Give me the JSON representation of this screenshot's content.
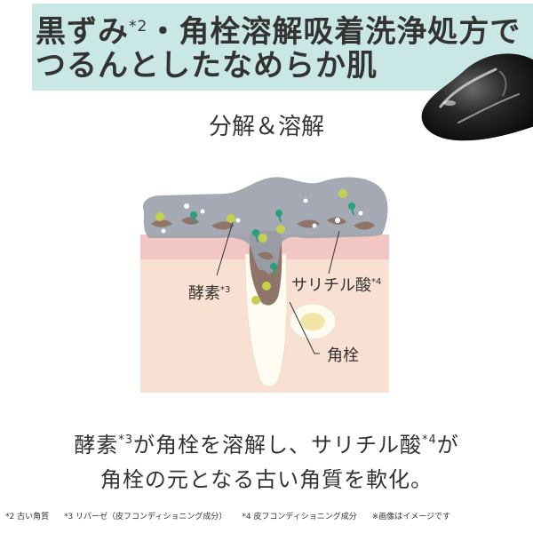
{
  "hero": {
    "line1_pre": "黒ずみ",
    "line1_sup": "*2",
    "line1_post": "・角栓溶解吸着洗浄処方で",
    "line2": "つるんとしたなめらか肌"
  },
  "section_title": "分解＆溶解",
  "labels": {
    "enzyme": "酵素",
    "enzyme_note": "*3",
    "salicylic": "サリチル酸",
    "salicylic_note": "*4",
    "keratin_plug": "角栓"
  },
  "body": {
    "l1_a": "酵素",
    "l1_a_note": "*3",
    "l1_b": "が角栓を溶解し、サリチル酸",
    "l1_b_note": "*4",
    "l1_c": "が",
    "line2": "角栓の元となる古い角質を軟化。"
  },
  "footnotes": [
    "*2 古い角質",
    "*3 リパーゼ（皮フコンディショニング成分）",
    "*4 皮フコンディショニング成分",
    "※画像はイメージです"
  ],
  "colors": {
    "hero_band": "#c9e7e5",
    "gel": "#9aa0ac",
    "skin_top": "#f2c7c3",
    "skin_deep": "#f8e0d2",
    "follicle": "#fefcf1",
    "plug": "#8f7469",
    "enzyme_particle": "#c3d24a",
    "salicylic_particle": "#2aa07a"
  }
}
